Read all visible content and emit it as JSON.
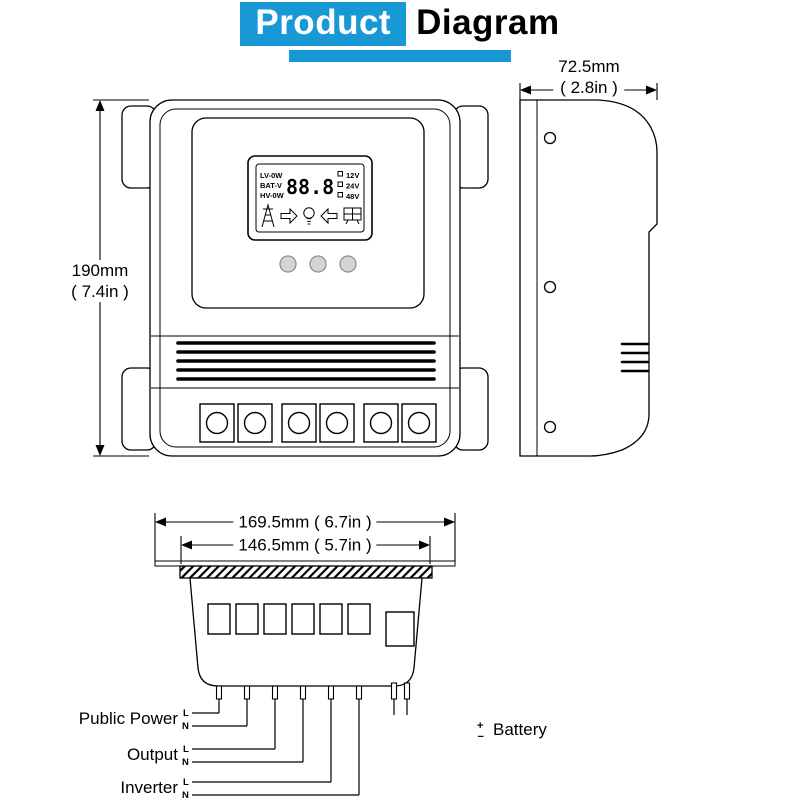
{
  "colors": {
    "accent_blue": "#1899d6",
    "line_black": "#000000"
  },
  "header": {
    "title_highlight": "Product",
    "title_rest": "Diagram"
  },
  "front_view": {
    "dim_height_mm": "190mm",
    "dim_height_in": "( 7.4in )",
    "lcd": {
      "rows_left": [
        "LV-0W",
        "BAT-V",
        "HV-0W"
      ],
      "digits": "88.8",
      "rows_right": [
        "12V",
        "24V",
        "48V"
      ]
    }
  },
  "side_view": {
    "dim_width_mm": "72.5mm",
    "dim_width_in": "( 2.8in )"
  },
  "bottom_view": {
    "dim_outer": "169.5mm ( 6.7in )",
    "dim_inner": "146.5mm ( 5.7in )"
  },
  "terminal_labels": {
    "public_power": "Public Power",
    "output": "Output",
    "inverter": "Inverter",
    "battery": "Battery",
    "pin_l": "L",
    "pin_n": "N",
    "plus": "+",
    "minus": "−"
  }
}
